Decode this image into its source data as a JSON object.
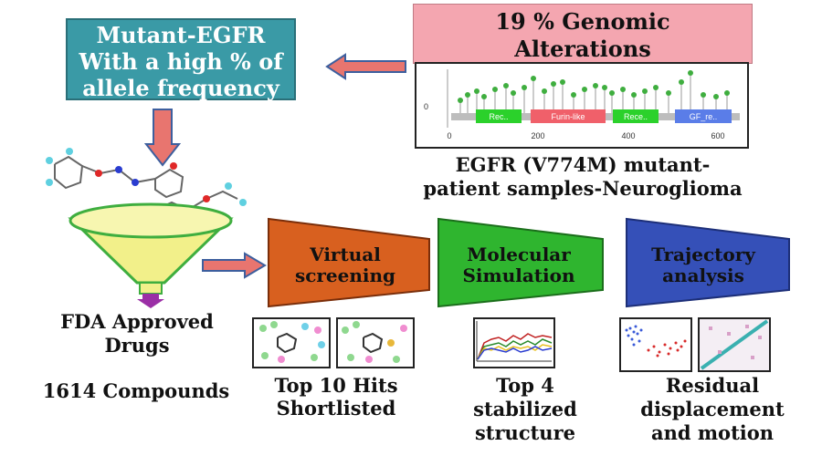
{
  "mutant_box": {
    "lines": [
      "Mutant-EGFR",
      "With a high % of",
      "allele frequency"
    ]
  },
  "genomic_box": {
    "lines": [
      "19 % Genomic",
      "Alterations"
    ]
  },
  "lollipop": {
    "y_tick": "0",
    "x_ticks": [
      "0",
      "200",
      "400",
      "600"
    ],
    "domains": [
      "Rec..",
      "Furin-like",
      "Rece..",
      "GF_re.."
    ]
  },
  "egfr_caption": {
    "lines": [
      "EGFR (V774M) mutant-",
      "patient samples-Neuroglioma"
    ]
  },
  "fda_caption": {
    "lines": [
      "FDA Approved",
      "Drugs"
    ]
  },
  "compounds_caption": "1614 Compounds",
  "stages": [
    {
      "lines": [
        "Virtual",
        "screening"
      ]
    },
    {
      "lines": [
        "Molecular",
        "Simulation"
      ]
    },
    {
      "lines": [
        "Trajectory",
        "analysis"
      ]
    }
  ],
  "top10_caption": {
    "lines": [
      "Top 10 Hits",
      "Shortlisted"
    ]
  },
  "top4_caption": {
    "lines": [
      "Top 4",
      "stabilized",
      "structure"
    ]
  },
  "residual_caption": {
    "lines": [
      "Residual",
      "displacement",
      "and motion"
    ]
  },
  "colors": {
    "teal": "#3a9aa6",
    "pink": "#f4a6b0",
    "arrow": "#e8756f",
    "funnel": "#f2f08a",
    "stage_orange": "#d8601f",
    "stage_green": "#2fb52f",
    "stage_blue": "#3550b8"
  }
}
